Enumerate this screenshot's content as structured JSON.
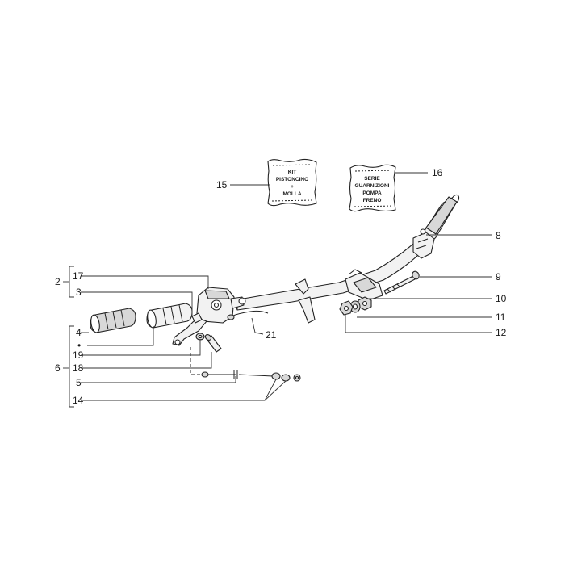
{
  "diagram": {
    "labels": {
      "l2": "2",
      "l3": "3",
      "l4": "4",
      "l5": "5",
      "l6": "6",
      "l8": "8",
      "l9": "9",
      "l10": "10",
      "l11": "11",
      "l12": "12",
      "l14": "14",
      "l15": "15",
      "l16": "16",
      "l17": "17",
      "l18": "18",
      "l19": "19",
      "l21": "21",
      "dot": "•"
    },
    "kit_15": [
      "KIT",
      "PISTONCINO",
      "+",
      "MOLLA"
    ],
    "kit_16": [
      "SERIE",
      "GUARNIZIONI",
      "POMPA",
      "FRENO"
    ]
  }
}
